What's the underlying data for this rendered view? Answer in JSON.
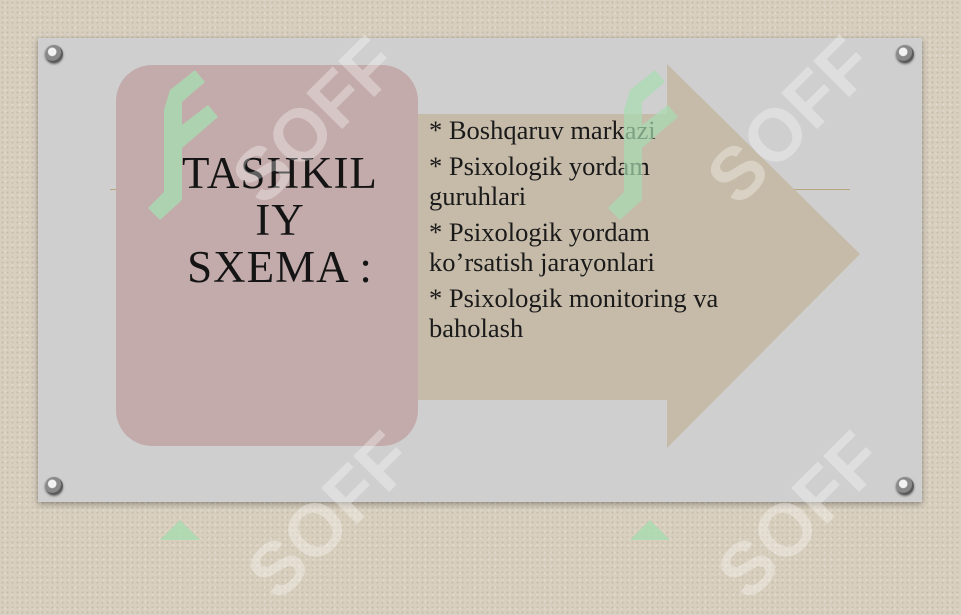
{
  "slide": {
    "title": "TASHKIL\nIY\nSXEMA :",
    "items": [
      "* Boshqaruv markazi",
      "* Psixologik yordam guruhlari",
      "* Psixologik yordam ko’rsatish jarayonlari",
      "* Psixologik monitoring va baholash"
    ]
  },
  "watermark": {
    "text": "SOFF"
  },
  "colors": {
    "background": "#d8cfbf",
    "board": "#cfcfcf",
    "left_box": "#c3abab",
    "arrow": "#c6bba9",
    "watermark_green": "#a8dcb0"
  },
  "icons": [
    "pushpin-icon",
    "watermark-logo-icon"
  ]
}
